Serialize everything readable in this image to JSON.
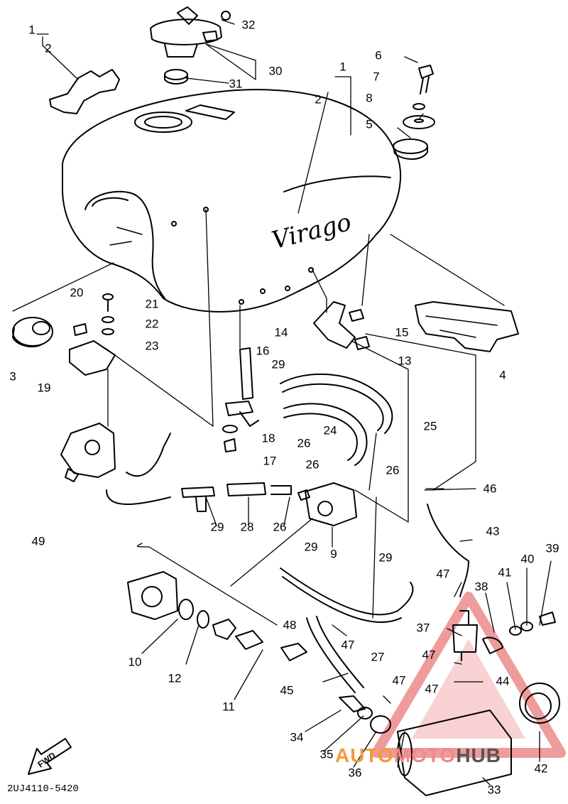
{
  "diagram_code": "2UJ4110-5420",
  "fwd_label": "FWD",
  "brand_on_tank": "Virago",
  "watermark": {
    "part1": "AUTO",
    "part2": "MOTO",
    "part3": "HUB"
  },
  "colors": {
    "line": "#000000",
    "watermark_red": "#e24a4a",
    "watermark_orange": "#f29a3a"
  },
  "callouts": {
    "n1a": "1",
    "n2a": "2",
    "n1": "1",
    "n2": "2",
    "n3": "3",
    "n4": "4",
    "n5": "5",
    "n6": "6",
    "n7": "7",
    "n8": "8",
    "n9": "9",
    "n10": "10",
    "n11": "11",
    "n12": "12",
    "n13": "13",
    "n14": "14",
    "n15": "15",
    "n16": "16",
    "n17": "17",
    "n18": "18",
    "n19": "19",
    "n20": "20",
    "n21": "21",
    "n22": "22",
    "n23": "23",
    "n24": "24",
    "n25": "25",
    "n26a": "26",
    "n26b": "26",
    "n26c": "26",
    "n26d": "26",
    "n27": "27",
    "n28": "28",
    "n29a": "29",
    "n29b": "29",
    "n29c": "29",
    "n29d": "29",
    "n30": "30",
    "n31": "31",
    "n32": "32",
    "n33": "33",
    "n34": "34",
    "n35": "35",
    "n36": "36",
    "n37": "37",
    "n38": "38",
    "n39": "39",
    "n40": "40",
    "n41": "41",
    "n42": "42",
    "n43": "43",
    "n44": "44",
    "n45": "45",
    "n46": "46",
    "n47a": "47",
    "n47b": "47",
    "n47c": "47",
    "n47d": "47",
    "n47e": "47",
    "n48": "48",
    "n49": "49"
  }
}
